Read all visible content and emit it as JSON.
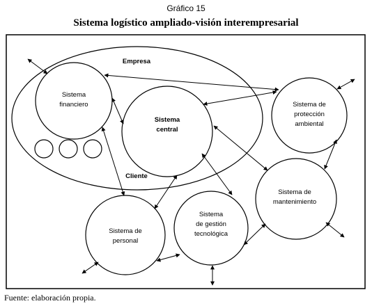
{
  "caption": "Gráfico 15",
  "title": "Sistema logístico ampliado-visión interempresarial",
  "source": "Fuente: elaboración propia.",
  "diagram": {
    "group_labels": {
      "empresa": "Empresa",
      "cliente": "Cliente"
    },
    "nodes": {
      "financiero": [
        "Sistema",
        "financiero"
      ],
      "central": [
        "Sistema",
        "central"
      ],
      "proteccion": [
        "Sistema de",
        "protección",
        "ambiental"
      ],
      "mantenimiento": [
        "Sistema de",
        "mantenimiento"
      ],
      "personal": [
        "Sistema de",
        "personal"
      ],
      "gestion": [
        "Sistema",
        "de gestión",
        "tecnológica"
      ]
    }
  }
}
